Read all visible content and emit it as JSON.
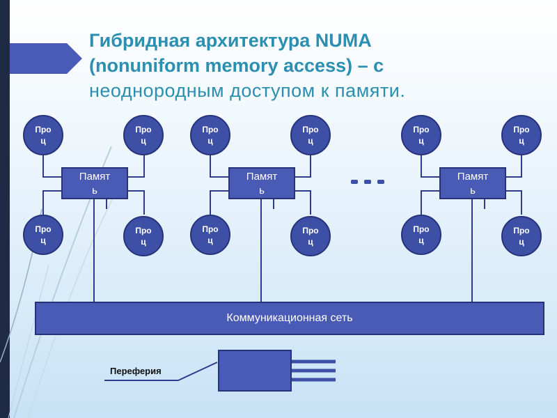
{
  "title": {
    "line1": "Гибридная архитектура NUMA",
    "line2": "(nonuniform memory access) – с",
    "line3": "неоднородным доступом к памяти."
  },
  "node_left": {
    "processors": [
      {
        "line1": "Про",
        "line2": "ц"
      },
      {
        "line1": "Про",
        "line2": "ц"
      },
      {
        "line1": "Про",
        "line2": "ц"
      },
      {
        "line1": "Про",
        "line2": "ц"
      }
    ],
    "memory": {
      "line1": "Памят",
      "line2": "ь"
    }
  },
  "node_middle": {
    "processors": [
      {
        "line1": "Про",
        "line2": "ц"
      },
      {
        "line1": "Про",
        "line2": "ц"
      },
      {
        "line1": "Про",
        "line2": "ц"
      },
      {
        "line1": "Про",
        "line2": "ц"
      }
    ],
    "memory": {
      "line1": "Памят",
      "line2": "ь"
    }
  },
  "node_right": {
    "processors": [
      {
        "line1": "Про",
        "line2": "ц"
      },
      {
        "line1": "Про",
        "line2": "ц"
      },
      {
        "line1": "Про",
        "line2": "ц"
      },
      {
        "line1": "Про",
        "line2": "ц"
      }
    ],
    "memory": {
      "line1": "Памят",
      "line2": "ь"
    }
  },
  "network": {
    "label": "Коммуникационная сеть"
  },
  "peripherals": {
    "label": "Переферия"
  },
  "colors": {
    "box_fill": "#4a5bb5",
    "box_border": "#26327a",
    "title": "#2a8fb0",
    "wire": "#2f3b8c"
  }
}
